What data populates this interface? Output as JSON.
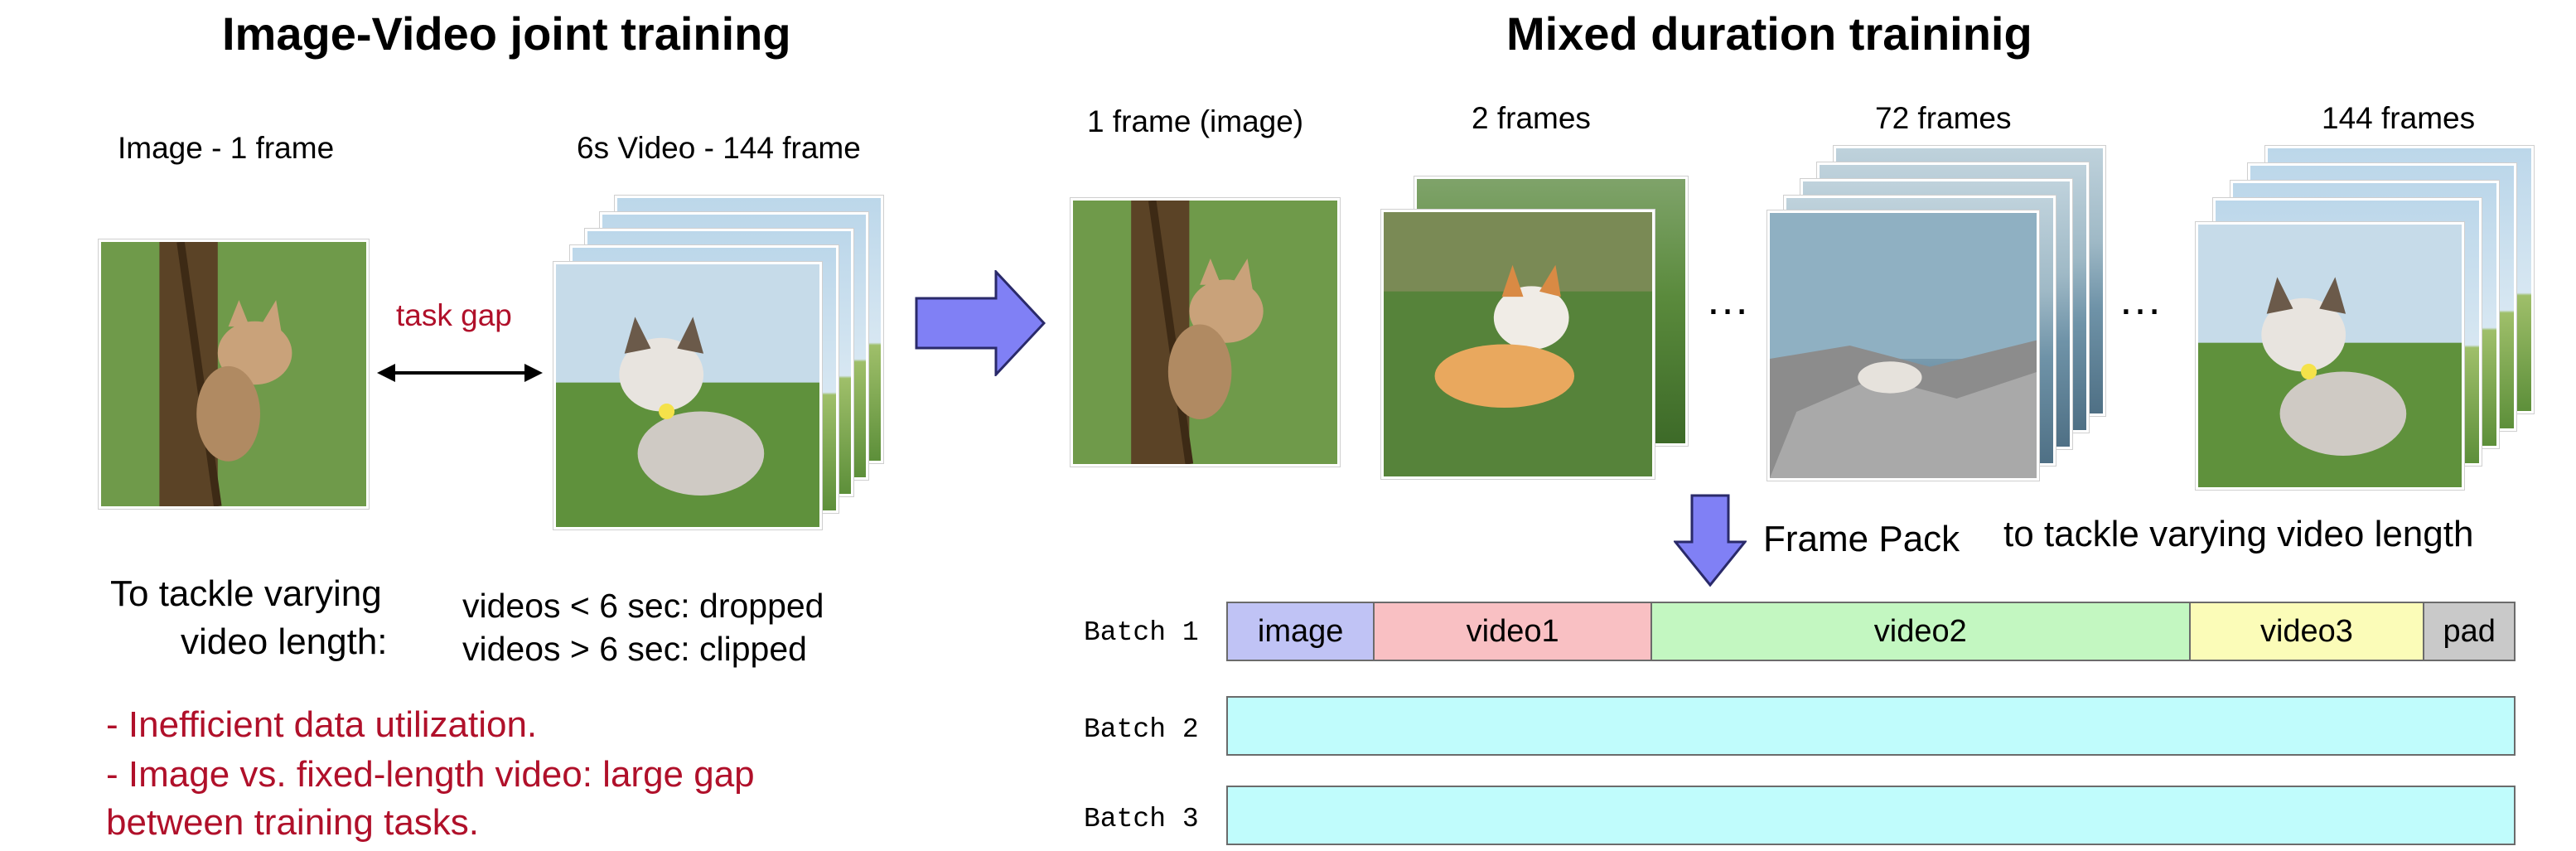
{
  "left": {
    "title": "Image-Video joint training",
    "image_label": "Image - 1 frame",
    "video_label": "6s Video - 144 frame",
    "task_gap": "task gap",
    "tackle_line1": "To tackle varying",
    "tackle_line2": "video length:",
    "rule1": "videos < 6 sec: dropped",
    "rule2": "videos > 6 sec: clipped",
    "issue1": "- Inefficient data utilization.",
    "issue2": "- Image vs. fixed-length video: large gap",
    "issue3": "between training tasks."
  },
  "right": {
    "title": "Mixed duration traininig",
    "labels": [
      "1 frame (image)",
      "2 frames",
      "72 frames",
      "144 frames"
    ],
    "ellipsis": "…",
    "frame_pack": "Frame Pack",
    "frame_pack_desc": "to tackle varying video length",
    "batches": [
      {
        "label": "Batch 1",
        "segments": [
          {
            "label": "image",
            "color": "#c0c3f5",
            "weight": 89
          },
          {
            "label": "video1",
            "color": "#f9c0c3",
            "weight": 168
          },
          {
            "label": "video2",
            "color": "#c3f7c1",
            "weight": 326
          },
          {
            "label": "video3",
            "color": "#fbfcb8",
            "weight": 142
          },
          {
            "label": "pad",
            "color": "#c9c9c9",
            "weight": 54
          }
        ]
      },
      {
        "label": "Batch 2",
        "segments": [
          {
            "label": "",
            "color": "#c0fcfc",
            "weight": 1
          }
        ]
      },
      {
        "label": "Batch 3",
        "segments": [
          {
            "label": "",
            "color": "#c0fcfc",
            "weight": 1
          }
        ]
      }
    ]
  },
  "colors": {
    "arrow_fill": "#8080f5",
    "accent_red": "#b0102a"
  }
}
